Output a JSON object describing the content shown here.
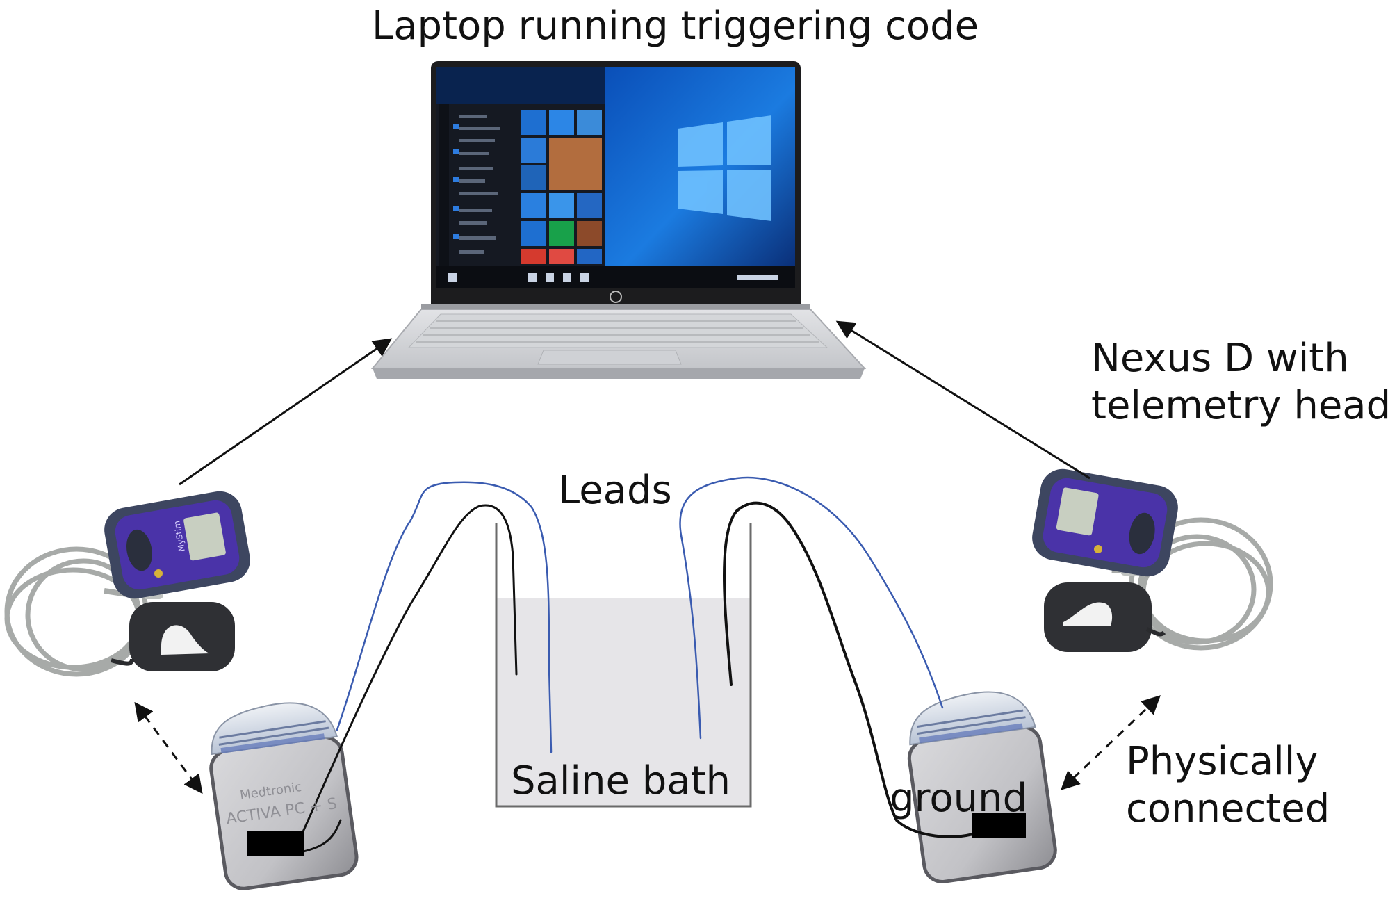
{
  "labels": {
    "laptop": "Laptop running triggering code",
    "nexus_line1": "Nexus D with",
    "nexus_line2": "telemetry head",
    "leads": "Leads",
    "saline": "Saline bath",
    "ground": "ground",
    "physical_line1": "Physically",
    "physical_line2": "connected"
  },
  "device_text": {
    "screen_brand": "MyStim",
    "pulse_gen_brand": "Medtronic",
    "pulse_gen_model": "ACTIVA PC + S"
  },
  "colors": {
    "lead_blue": "#3a5bb0",
    "lead_black": "#111111",
    "bath_fill": "#e6e5e8",
    "device_purple": "#4a33a8",
    "laptop_screen": "#0a3d8f"
  },
  "icons": [
    "laptop-icon",
    "patient-programmer-icon",
    "telemetry-head-icon",
    "pulse-generator-icon"
  ]
}
